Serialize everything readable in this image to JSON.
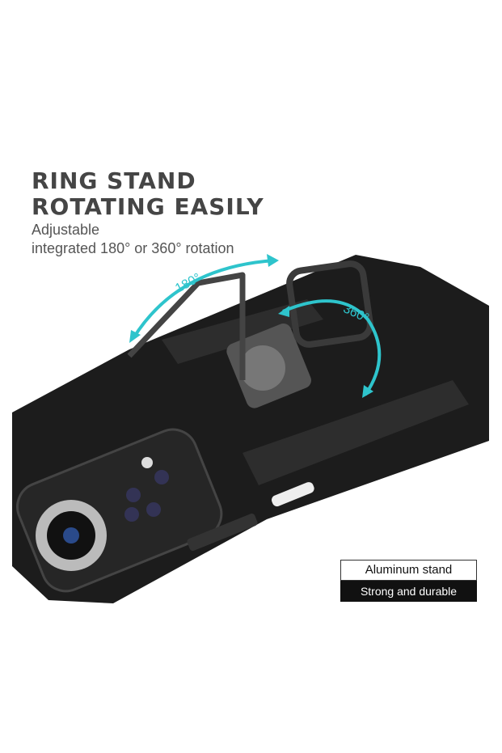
{
  "headline": {
    "line1": "RING STAND",
    "line2": "ROTATING EASILY"
  },
  "subtitle": {
    "line1": "Adjustable",
    "line2": "integrated 180° or 360° rotation"
  },
  "rotation_labels": {
    "left": "180°",
    "right": "360°"
  },
  "badge": {
    "top": "Aluminum stand",
    "bottom": "Strong and durable"
  },
  "colors": {
    "accent": "#2ec4cc",
    "case": "#1b1b1b",
    "text": "#454545"
  }
}
